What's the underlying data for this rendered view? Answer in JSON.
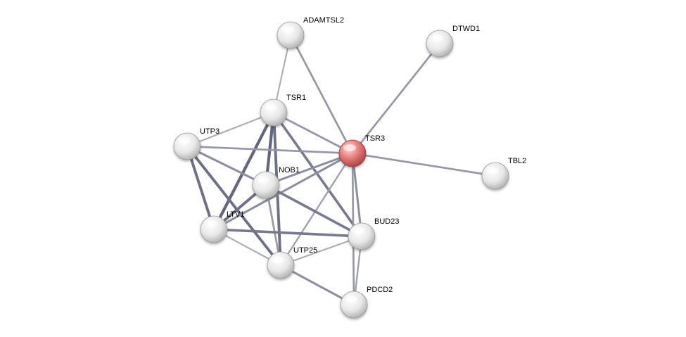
{
  "network": {
    "query_color": "#e06c6c",
    "node_color": "#e6e6e6",
    "nodes": [
      {
        "id": "ADAMTSL2",
        "label": "ADAMTSL2",
        "query": false
      },
      {
        "id": "DTWD1",
        "label": "DTWD1",
        "query": false
      },
      {
        "id": "TSR1",
        "label": "TSR1",
        "query": false
      },
      {
        "id": "UTP3",
        "label": "UTP3",
        "query": false
      },
      {
        "id": "TSR3",
        "label": "TSR3",
        "query": true
      },
      {
        "id": "TBL2",
        "label": "TBL2",
        "query": false
      },
      {
        "id": "NOB1",
        "label": "NOB1",
        "query": false
      },
      {
        "id": "LTV1",
        "label": "LTV1",
        "query": false
      },
      {
        "id": "BUD23",
        "label": "BUD23",
        "query": false
      },
      {
        "id": "UTP25",
        "label": "UTP25",
        "query": false
      },
      {
        "id": "PDCD2",
        "label": "PDCD2",
        "query": false
      }
    ],
    "edges": [
      {
        "source": "ADAMTSL2",
        "target": "TSR1",
        "strength": 0.2
      },
      {
        "source": "ADAMTSL2",
        "target": "TSR3",
        "strength": 0.4
      },
      {
        "source": "DTWD1",
        "target": "TSR3",
        "strength": 0.4
      },
      {
        "source": "TBL2",
        "target": "TSR3",
        "strength": 0.4
      },
      {
        "source": "TSR1",
        "target": "UTP3",
        "strength": 0.2
      },
      {
        "source": "TSR1",
        "target": "TSR3",
        "strength": 0.4
      },
      {
        "source": "TSR1",
        "target": "NOB1",
        "strength": 0.9
      },
      {
        "source": "TSR1",
        "target": "LTV1",
        "strength": 0.9
      },
      {
        "source": "TSR1",
        "target": "BUD23",
        "strength": 0.7
      },
      {
        "source": "TSR1",
        "target": "UTP25",
        "strength": 0.8
      },
      {
        "source": "UTP3",
        "target": "TSR3",
        "strength": 0.4
      },
      {
        "source": "UTP3",
        "target": "NOB1",
        "strength": 0.5
      },
      {
        "source": "UTP3",
        "target": "LTV1",
        "strength": 0.8
      },
      {
        "source": "UTP3",
        "target": "UTP25",
        "strength": 0.8
      },
      {
        "source": "TSR3",
        "target": "NOB1",
        "strength": 0.5
      },
      {
        "source": "TSR3",
        "target": "LTV1",
        "strength": 0.5
      },
      {
        "source": "TSR3",
        "target": "BUD23",
        "strength": 0.5
      },
      {
        "source": "TSR3",
        "target": "UTP25",
        "strength": 0.3
      },
      {
        "source": "TSR3",
        "target": "PDCD2",
        "strength": 0.4
      },
      {
        "source": "NOB1",
        "target": "LTV1",
        "strength": 0.8
      },
      {
        "source": "NOB1",
        "target": "BUD23",
        "strength": 0.7
      },
      {
        "source": "NOB1",
        "target": "UTP25",
        "strength": 0.4
      },
      {
        "source": "LTV1",
        "target": "BUD23",
        "strength": 0.7
      },
      {
        "source": "LTV1",
        "target": "UTP25",
        "strength": 0.2
      },
      {
        "source": "BUD23",
        "target": "UTP25",
        "strength": 0.2
      },
      {
        "source": "BUD23",
        "target": "PDCD2",
        "strength": 0.3
      },
      {
        "source": "UTP25",
        "target": "PDCD2",
        "strength": 0.5
      }
    ]
  }
}
